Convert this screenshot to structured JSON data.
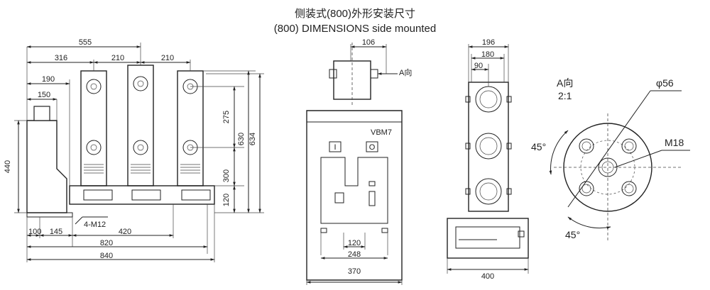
{
  "title": {
    "chinese": "侧装式(800)外形安装尺寸",
    "english": "(800) DIMENSIONS side mounted"
  },
  "side_view": {
    "dims": {
      "d555": "555",
      "d316": "316",
      "d210a": "210",
      "d210b": "210",
      "d190": "190",
      "d150": "150",
      "d440": "440",
      "d275": "275",
      "d630": "630",
      "d634": "634",
      "d300": "300",
      "d120": "120",
      "d100": "100",
      "d145": "145",
      "d420": "420",
      "d820": "820",
      "d840": "840"
    },
    "bolt_label": "4-M12"
  },
  "front_view": {
    "model": "VBM7",
    "view_arrow_label": "A向",
    "button_on": "I",
    "button_off": "O",
    "dims": {
      "d106": "106",
      "d120": "120",
      "d248": "248",
      "d370": "370"
    }
  },
  "top_view": {
    "dims": {
      "d196": "196",
      "d180": "180",
      "d90": "90",
      "d400": "400"
    }
  },
  "detail_view": {
    "title": "A向",
    "scale": "2:1",
    "diameter": "φ56",
    "thread": "M18",
    "angle_top": "45°",
    "angle_bottom": "45°"
  }
}
